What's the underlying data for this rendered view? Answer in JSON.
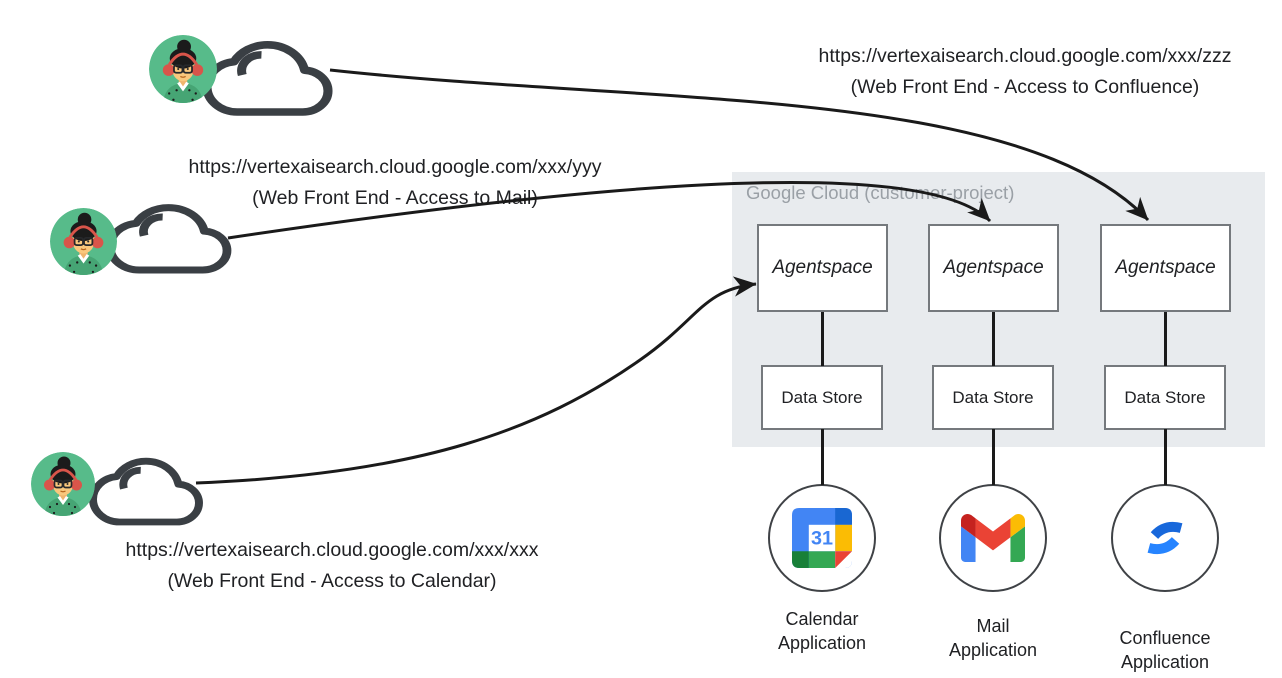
{
  "colors": {
    "panel_bg": "#E8EBEE",
    "panel_label_gray": "#9AA0A6",
    "box_border_gray": "#75797D",
    "arrow_black": "#1A1A1A",
    "avatar_green": "#57BB8A",
    "headphones_red": "#D9554A",
    "google_blue": "#4285F4",
    "google_dark_blue": "#1967D2",
    "google_red": "#EA4335",
    "google_dark_red": "#C5221F",
    "google_yellow": "#FBBC04",
    "google_green": "#34A853",
    "google_dark_green": "#188038",
    "confluence_blue": "#1868DB"
  },
  "icons": {
    "user": "user-avatar-icon",
    "internet": "cloud-icon",
    "calendar": "google-calendar-icon",
    "mail": "gmail-icon",
    "confluence": "confluence-icon"
  },
  "endpoints": [
    {
      "url": "https://vertexaisearch.cloud.google.com/xxx/zzz",
      "caption": "(Web Front End - Access to Confluence)"
    },
    {
      "url": "https://vertexaisearch.cloud.google.com/xxx/yyy",
      "caption": "(Web Front End - Access to Mail)"
    },
    {
      "url": "https://vertexaisearch.cloud.google.com/xxx/xxx",
      "caption": "(Web Front End - Access to Calendar)"
    }
  ],
  "panel": {
    "label": "Google Cloud (customer-project)",
    "columns": [
      {
        "agent": "Agentspace",
        "store": "Data Store",
        "app": "Calendar Application"
      },
      {
        "agent": "Agentspace",
        "store": "Data Store",
        "app": "Mail Application"
      },
      {
        "agent": "Agentspace",
        "store": "Data Store",
        "app": "Confluence Application"
      }
    ]
  },
  "calendar_day": "31"
}
